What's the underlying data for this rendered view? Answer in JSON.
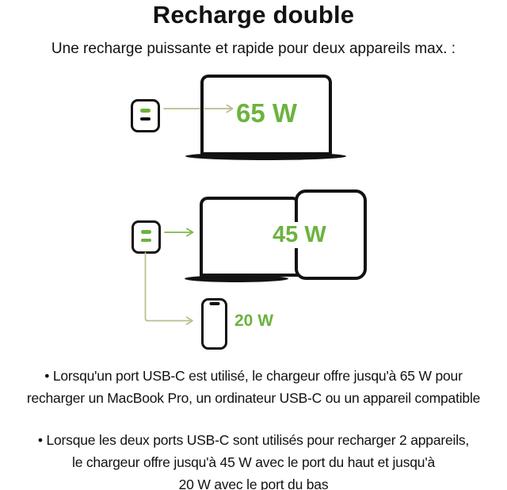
{
  "header": {
    "title": "Recharge double",
    "subtitle": "Une recharge puissante et rapide pour deux appareils max. :"
  },
  "colors": {
    "green": "#6cb33e",
    "ink": "#121212",
    "pale": "#b7bd8d",
    "bright": "#7cb94c",
    "background": "#ffffff"
  },
  "icons": {
    "charger": "two-port-usb-c-wall-charger",
    "laptop": "laptop-outline",
    "tablet": "tablet-outline",
    "phone": "smartphone-outline",
    "connector": "arrow-right"
  },
  "diagram": {
    "single_port": {
      "wattage": "65 W",
      "device": "laptop"
    },
    "dual_top": {
      "wattage": "45 W",
      "device": "laptop + tablet"
    },
    "dual_bottom": {
      "wattage": "20 W",
      "device": "phone"
    }
  },
  "bullets": [
    {
      "text": "• Lorsqu'un port USB-C est utilisé, le chargeur offre jusqu'à 65 W pour\nrecharger un MacBook Pro, un ordinateur USB-C ou un appareil compatible"
    },
    {
      "text": "• Lorsque les deux ports USB-C sont utilisés pour recharger 2 appareils,\nle chargeur offre jusqu'à 45 W avec le port du haut et jusqu'à\n20 W avec le port du bas"
    }
  ]
}
